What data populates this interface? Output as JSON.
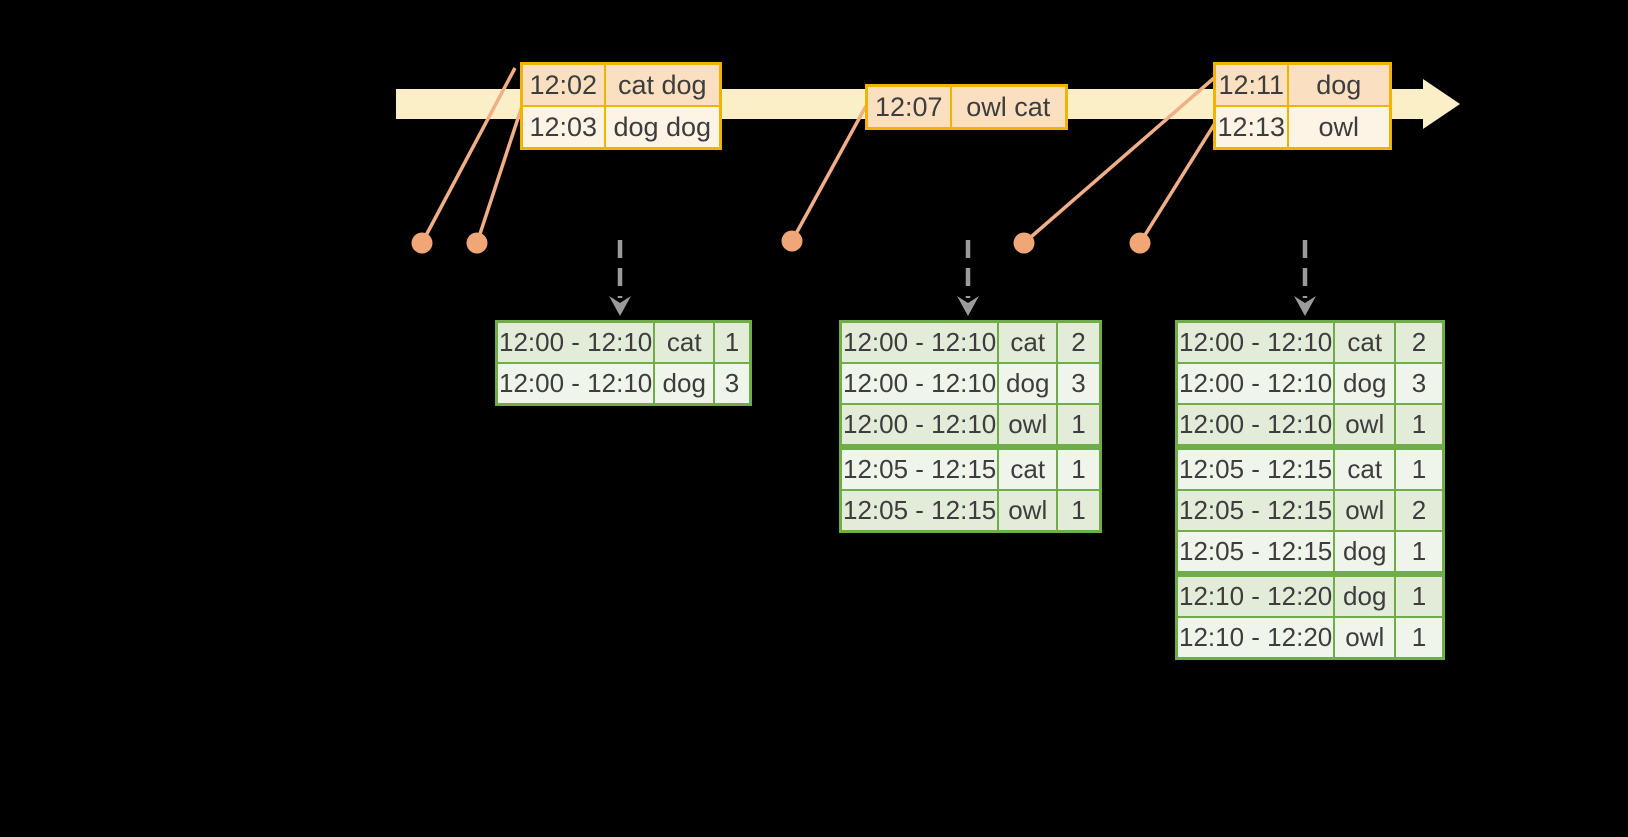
{
  "colors": {
    "background": "#000000",
    "timeline_band": "#FAEFC6",
    "event_table_border": "#F0B400",
    "event_row_dark": "#FAE0C1",
    "event_row_light": "#FDF4E6",
    "dot_orange": "#F0A677",
    "connector_orange": "#F1AF88",
    "result_table_border": "#70AD47",
    "result_row_dark": "#E2ECD9",
    "result_row_light": "#F0F5EB",
    "trigger_arrow_gray": "#9B9B9B",
    "text": "#3D3D3D"
  },
  "timeline": {
    "input_tables": [
      {
        "rows": [
          [
            "12:02",
            "cat dog"
          ],
          [
            "12:03",
            "dog dog"
          ]
        ]
      },
      {
        "rows": [
          [
            "12:07",
            "owl cat"
          ]
        ]
      },
      {
        "rows": [
          [
            "12:11",
            "dog"
          ],
          [
            "12:13",
            "owl"
          ]
        ]
      }
    ]
  },
  "result_tables": [
    {
      "rows": [
        [
          "12:00 - 12:10",
          "cat",
          "1"
        ],
        [
          "12:00 - 12:10",
          "dog",
          "3"
        ]
      ]
    },
    {
      "rows": [
        [
          "12:00 - 12:10",
          "cat",
          "2"
        ],
        [
          "12:00 - 12:10",
          "dog",
          "3"
        ],
        [
          "12:00 - 12:10",
          "owl",
          "1"
        ],
        [
          "12:05 - 12:15",
          "cat",
          "1"
        ],
        [
          "12:05 - 12:15",
          "owl",
          "1"
        ]
      ]
    },
    {
      "rows": [
        [
          "12:00 - 12:10",
          "cat",
          "2"
        ],
        [
          "12:00 - 12:10",
          "dog",
          "3"
        ],
        [
          "12:00 - 12:10",
          "owl",
          "1"
        ],
        [
          "12:05 - 12:15",
          "cat",
          "1"
        ],
        [
          "12:05 - 12:15",
          "owl",
          "2"
        ],
        [
          "12:05 - 12:15",
          "dog",
          "1"
        ],
        [
          "12:10 - 12:20",
          "dog",
          "1"
        ],
        [
          "12:10 - 12:20",
          "owl",
          "1"
        ]
      ]
    }
  ]
}
